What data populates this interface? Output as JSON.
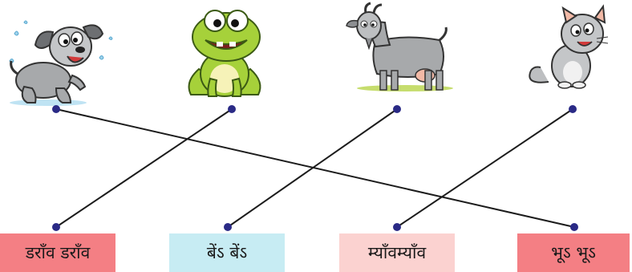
{
  "exercise": {
    "animals": [
      {
        "id": "dog",
        "icon": "dog-icon"
      },
      {
        "id": "frog",
        "icon": "frog-icon"
      },
      {
        "id": "goat",
        "icon": "goat-icon"
      },
      {
        "id": "cat",
        "icon": "cat-icon"
      }
    ],
    "sounds": [
      {
        "text": "डराँव डराँव",
        "color": "#f47f84"
      },
      {
        "text": "बें‌ऽ बें‌ऽ",
        "color": "#c7ecf3"
      },
      {
        "text": "म्याँवम्याँव",
        "color": "#fbd2d0"
      },
      {
        "text": "भूऽ भूऽ",
        "color": "#f47f84"
      }
    ],
    "matches": [
      {
        "animal": 0,
        "sound": 3
      },
      {
        "animal": 1,
        "sound": 0
      },
      {
        "animal": 2,
        "sound": 1
      },
      {
        "animal": 3,
        "sound": 2
      }
    ],
    "line_color": "#1c1c1c",
    "dot_color": "#2a2a86"
  }
}
